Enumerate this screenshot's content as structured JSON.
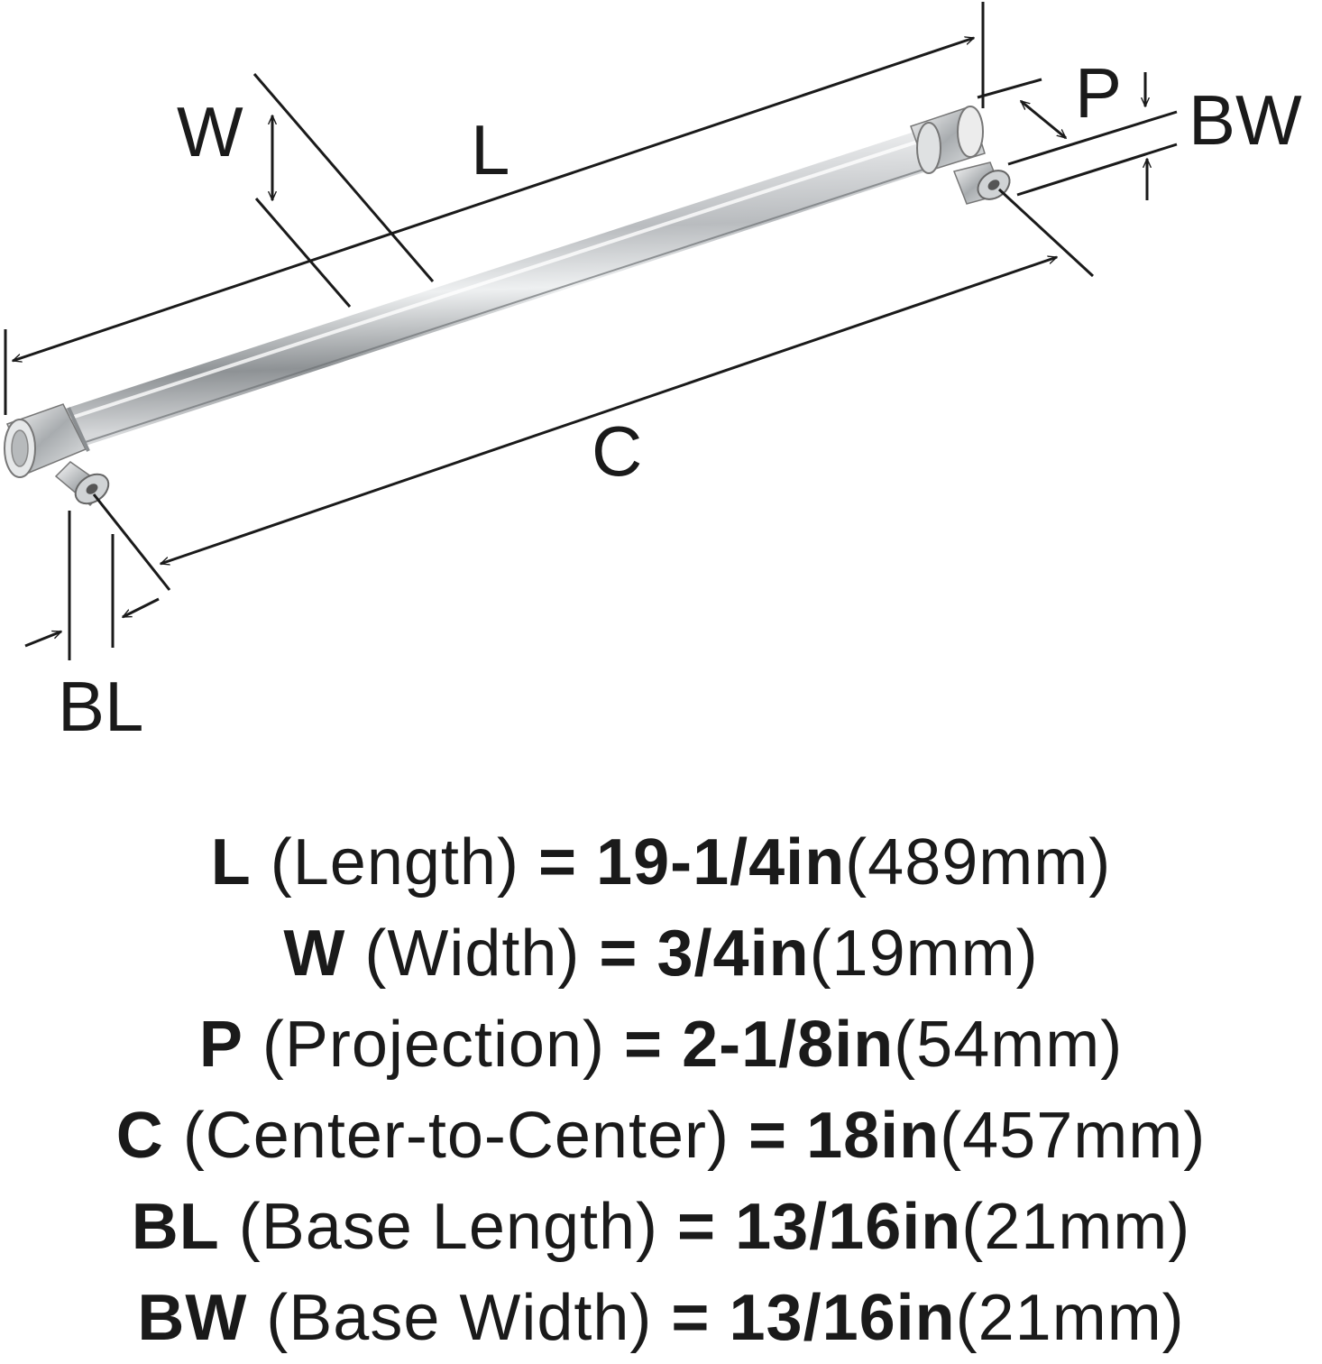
{
  "diagram": {
    "labels": {
      "L": "L",
      "W": "W",
      "P": "P",
      "BW": "BW",
      "C": "C",
      "BL": "BL"
    },
    "finish_color": "#c9ccce",
    "line_color": "#1a1a1a"
  },
  "specs": [
    {
      "code": "L",
      "desc": "(Length)",
      "eq": "=",
      "imperial": "19-1/4in",
      "metric": "(489mm)"
    },
    {
      "code": "W",
      "desc": "(Width)",
      "eq": "=",
      "imperial": "3/4in",
      "metric": "(19mm)"
    },
    {
      "code": "P",
      "desc": "(Projection)",
      "eq": "=",
      "imperial": "2-1/8in",
      "metric": "(54mm)"
    },
    {
      "code": "C",
      "desc": "(Center-to-Center)",
      "eq": "=",
      "imperial": "18in",
      "metric": "(457mm)"
    },
    {
      "code": "BL",
      "desc": "(Base Length)",
      "eq": "=",
      "imperial": "13/16in",
      "metric": "(21mm)"
    },
    {
      "code": "BW",
      "desc": "(Base Width)",
      "eq": "=",
      "imperial": "13/16in",
      "metric": "(21mm)"
    }
  ]
}
